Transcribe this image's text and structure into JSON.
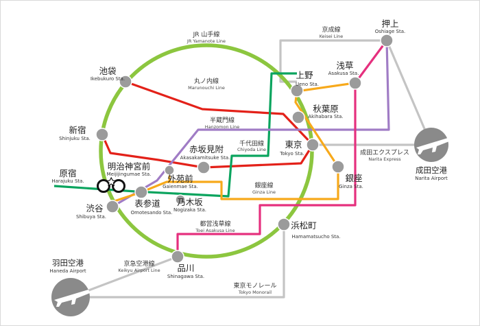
{
  "colors": {
    "yamanote": "#8cc63f",
    "marunouchi": "#e32119",
    "chiyoda": "#0aa45e",
    "hanzomon": "#a07cc5",
    "ginza": "#f7a91b",
    "asakusa": "#e5307e",
    "keisei": "#c4c4c4",
    "keikyu": "#c4c4c4",
    "monorail": "#c4c4c4",
    "narita_express": "#c4c4c4",
    "station": "#9b9b9b",
    "airport": "#8a8a8a"
  },
  "lines": {
    "yamanote": {
      "jp": "JR 山手線",
      "en": "JR Yamanote Line"
    },
    "marunouchi": {
      "jp": "丸ノ内線",
      "en": "Marunouchi Line"
    },
    "hanzomon": {
      "jp": "半蔵門線",
      "en": "Hanzomon Line"
    },
    "chiyoda": {
      "jp": "千代田線",
      "en": "Chiyoda Line"
    },
    "ginza": {
      "jp": "銀座線",
      "en": "Ginza Line"
    },
    "asakusa": {
      "jp": "都営浅草線",
      "en": "Toei Asakusa Line"
    },
    "keisei": {
      "jp": "京成線",
      "en": "Keisei Line"
    },
    "keikyu": {
      "jp": "京急空港線",
      "en": "Keikyu Airport Line"
    },
    "monorail": {
      "jp": "東京モノレール",
      "en": "Tokyo Monorail"
    },
    "narita_express": {
      "jp": "成田エクスプレス",
      "en": "Narita Express"
    }
  },
  "stations": {
    "oshiage": {
      "jp": "押上",
      "en": "Oshiage Sta."
    },
    "ikebukuro": {
      "jp": "池袋",
      "en": "Ikebukuro Sta."
    },
    "ueno": {
      "jp": "上野",
      "en": "Ueno Sta."
    },
    "asakusa": {
      "jp": "浅草",
      "en": "Asakusa Sta."
    },
    "akihabara": {
      "jp": "秋葉原",
      "en": "Akihabara Sta."
    },
    "shinjuku": {
      "jp": "新宿",
      "en": "Shinjuku Sta."
    },
    "tokyo": {
      "jp": "東京",
      "en": "Tokyo Sta."
    },
    "akasakamitsuke": {
      "jp": "赤坂見附",
      "en": "Akasakamitsuke Sta."
    },
    "harajuku": {
      "jp": "原宿",
      "en": "Harajuku Sta."
    },
    "meijijingumae": {
      "jp": "明治神宮前",
      "en": "Meijijingumae Sta."
    },
    "gaienmae": {
      "jp": "外苑前",
      "en": "Gaienmae Sta."
    },
    "ginza": {
      "jp": "銀座",
      "en": "Ginza Sta."
    },
    "nogizaka": {
      "jp": "乃木坂",
      "en": "Nogizaka Sta."
    },
    "shibuya": {
      "jp": "渋谷",
      "en": "Shibuya Sta."
    },
    "omotesando": {
      "jp": "表参道",
      "en": "Omotesando Sta."
    },
    "hamamatsucho": {
      "jp": "浜松町",
      "en": "Hamamatsucho Sta."
    },
    "shinagawa": {
      "jp": "品川",
      "en": "Shinagawa Sta."
    }
  },
  "airports": {
    "narita": {
      "jp": "成田空港",
      "en": "Narita Airport"
    },
    "haneda": {
      "jp": "羽田空港",
      "en": "Haneda Airport"
    }
  }
}
